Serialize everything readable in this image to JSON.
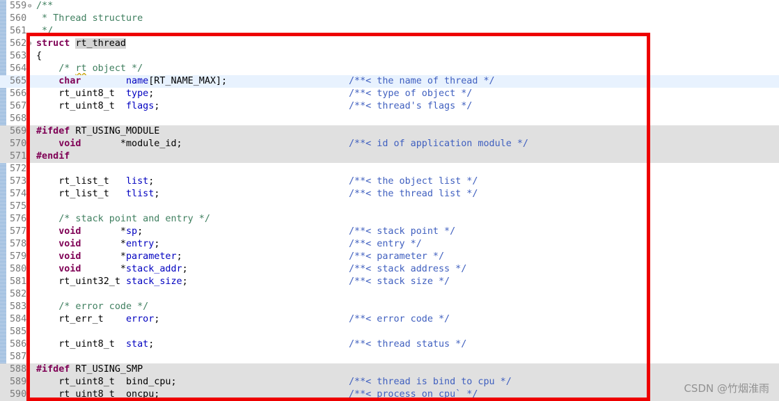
{
  "editor": {
    "lines": [
      {
        "n": "559",
        "fold": "⊖",
        "code": "/**",
        "codeClass": "cmt",
        "comment": "",
        "hl": ""
      },
      {
        "n": "560",
        "fold": "",
        "code": " * Thread structure",
        "codeClass": "cmt",
        "comment": "",
        "hl": ""
      },
      {
        "n": "561",
        "fold": "",
        "code": " */",
        "codeClass": "cmt",
        "comment": "",
        "hl": ""
      },
      {
        "n": "562",
        "fold": "⊖",
        "code": "",
        "codeClass": "",
        "comment": "",
        "hl": "",
        "parts": [
          {
            "t": "struct ",
            "c": "kw"
          },
          {
            "t": "rt_thread",
            "c": "sel"
          }
        ]
      },
      {
        "n": "563",
        "fold": "",
        "code": "{",
        "codeClass": "",
        "comment": "",
        "hl": ""
      },
      {
        "n": "564",
        "fold": "",
        "code": "",
        "codeClass": "",
        "comment": "",
        "hl": "",
        "parts": [
          {
            "t": "    ",
            "c": ""
          },
          {
            "t": "/* ",
            "c": "cmt"
          },
          {
            "t": "rt",
            "c": "cmt squig"
          },
          {
            "t": " object */",
            "c": "cmt"
          }
        ]
      },
      {
        "n": "565",
        "fold": "",
        "code": "",
        "codeClass": "",
        "comment": "/**< the name of thread */",
        "hl": "hl-current",
        "parts": [
          {
            "t": "    ",
            "c": ""
          },
          {
            "t": "char",
            "c": "kw"
          },
          {
            "t": "        ",
            "c": ""
          },
          {
            "t": "name",
            "c": "field"
          },
          {
            "t": "[RT_NAME_MAX];",
            "c": ""
          }
        ]
      },
      {
        "n": "566",
        "fold": "",
        "code": "",
        "codeClass": "",
        "comment": "/**< type of object */",
        "hl": "",
        "parts": [
          {
            "t": "    rt_uint8_t  ",
            "c": ""
          },
          {
            "t": "type",
            "c": "field"
          },
          {
            "t": ";",
            "c": ""
          }
        ]
      },
      {
        "n": "567",
        "fold": "",
        "code": "",
        "codeClass": "",
        "comment": "/**< thread's flags */",
        "hl": "",
        "parts": [
          {
            "t": "    rt_uint8_t  ",
            "c": ""
          },
          {
            "t": "flags",
            "c": "field"
          },
          {
            "t": ";",
            "c": ""
          }
        ]
      },
      {
        "n": "568",
        "fold": "",
        "code": "",
        "codeClass": "",
        "comment": "",
        "hl": ""
      },
      {
        "n": "569",
        "fold": "",
        "code": "",
        "codeClass": "",
        "comment": "",
        "hl": "hl-inactive",
        "parts": [
          {
            "t": "#ifdef",
            "c": "pp"
          },
          {
            "t": " RT_USING_MODULE",
            "c": ""
          }
        ]
      },
      {
        "n": "570",
        "fold": "",
        "code": "",
        "codeClass": "",
        "comment": "/**< id of application module */",
        "hl": "hl-inactive",
        "parts": [
          {
            "t": "    ",
            "c": ""
          },
          {
            "t": "void",
            "c": "kw"
          },
          {
            "t": "       *module_id;",
            "c": ""
          }
        ]
      },
      {
        "n": "571",
        "fold": "",
        "code": "",
        "codeClass": "",
        "comment": "",
        "hl": "hl-inactive",
        "parts": [
          {
            "t": "#endif",
            "c": "pp"
          }
        ]
      },
      {
        "n": "572",
        "fold": "",
        "code": "",
        "codeClass": "",
        "comment": "",
        "hl": ""
      },
      {
        "n": "573",
        "fold": "",
        "code": "",
        "codeClass": "",
        "comment": "/**< the object list */",
        "hl": "",
        "parts": [
          {
            "t": "    rt_list_t   ",
            "c": ""
          },
          {
            "t": "list",
            "c": "field"
          },
          {
            "t": ";",
            "c": ""
          }
        ]
      },
      {
        "n": "574",
        "fold": "",
        "code": "",
        "codeClass": "",
        "comment": "/**< the thread list */",
        "hl": "",
        "parts": [
          {
            "t": "    rt_list_t   ",
            "c": ""
          },
          {
            "t": "tlist",
            "c": "field"
          },
          {
            "t": ";",
            "c": ""
          }
        ]
      },
      {
        "n": "575",
        "fold": "",
        "code": "",
        "codeClass": "",
        "comment": "",
        "hl": ""
      },
      {
        "n": "576",
        "fold": "",
        "code": "",
        "codeClass": "",
        "comment": "",
        "hl": "",
        "parts": [
          {
            "t": "    ",
            "c": ""
          },
          {
            "t": "/* stack point and entry */",
            "c": "cmt"
          }
        ]
      },
      {
        "n": "577",
        "fold": "",
        "code": "",
        "codeClass": "",
        "comment": "/**< stack point */",
        "hl": "",
        "parts": [
          {
            "t": "    ",
            "c": ""
          },
          {
            "t": "void",
            "c": "kw"
          },
          {
            "t": "       *",
            "c": ""
          },
          {
            "t": "sp",
            "c": "field"
          },
          {
            "t": ";",
            "c": ""
          }
        ]
      },
      {
        "n": "578",
        "fold": "",
        "code": "",
        "codeClass": "",
        "comment": "/**< entry */",
        "hl": "",
        "parts": [
          {
            "t": "    ",
            "c": ""
          },
          {
            "t": "void",
            "c": "kw"
          },
          {
            "t": "       *",
            "c": ""
          },
          {
            "t": "entry",
            "c": "field"
          },
          {
            "t": ";",
            "c": ""
          }
        ]
      },
      {
        "n": "579",
        "fold": "",
        "code": "",
        "codeClass": "",
        "comment": "/**< parameter */",
        "hl": "",
        "parts": [
          {
            "t": "    ",
            "c": ""
          },
          {
            "t": "void",
            "c": "kw"
          },
          {
            "t": "       *",
            "c": ""
          },
          {
            "t": "parameter",
            "c": "field"
          },
          {
            "t": ";",
            "c": ""
          }
        ]
      },
      {
        "n": "580",
        "fold": "",
        "code": "",
        "codeClass": "",
        "comment": "/**< stack address */",
        "hl": "",
        "parts": [
          {
            "t": "    ",
            "c": ""
          },
          {
            "t": "void",
            "c": "kw"
          },
          {
            "t": "       *",
            "c": ""
          },
          {
            "t": "stack_addr",
            "c": "field"
          },
          {
            "t": ";",
            "c": ""
          }
        ]
      },
      {
        "n": "581",
        "fold": "",
        "code": "",
        "codeClass": "",
        "comment": "/**< stack size */",
        "hl": "",
        "parts": [
          {
            "t": "    rt_uint32_t ",
            "c": ""
          },
          {
            "t": "stack_size",
            "c": "field"
          },
          {
            "t": ";",
            "c": ""
          }
        ]
      },
      {
        "n": "582",
        "fold": "",
        "code": "",
        "codeClass": "",
        "comment": "",
        "hl": ""
      },
      {
        "n": "583",
        "fold": "",
        "code": "",
        "codeClass": "",
        "comment": "",
        "hl": "",
        "parts": [
          {
            "t": "    ",
            "c": ""
          },
          {
            "t": "/* error code */",
            "c": "cmt"
          }
        ]
      },
      {
        "n": "584",
        "fold": "",
        "code": "",
        "codeClass": "",
        "comment": "/**< error code */",
        "hl": "",
        "parts": [
          {
            "t": "    rt_err_t    ",
            "c": ""
          },
          {
            "t": "error",
            "c": "field"
          },
          {
            "t": ";",
            "c": ""
          }
        ]
      },
      {
        "n": "585",
        "fold": "",
        "code": "",
        "codeClass": "",
        "comment": "",
        "hl": ""
      },
      {
        "n": "586",
        "fold": "",
        "code": "",
        "codeClass": "",
        "comment": "/**< thread status */",
        "hl": "",
        "parts": [
          {
            "t": "    rt_uint8_t  ",
            "c": ""
          },
          {
            "t": "stat",
            "c": "field"
          },
          {
            "t": ";",
            "c": ""
          }
        ]
      },
      {
        "n": "587",
        "fold": "",
        "code": "",
        "codeClass": "",
        "comment": "",
        "hl": ""
      },
      {
        "n": "588",
        "fold": "",
        "code": "",
        "codeClass": "",
        "comment": "",
        "hl": "hl-inactive",
        "parts": [
          {
            "t": "#ifdef",
            "c": "pp"
          },
          {
            "t": " RT_USING_SMP",
            "c": ""
          }
        ]
      },
      {
        "n": "589",
        "fold": "",
        "code": "",
        "codeClass": "",
        "comment": "/**< thread is bind to cpu */",
        "hl": "hl-inactive",
        "parts": [
          {
            "t": "    rt_uint8_t  bind_cpu;",
            "c": ""
          }
        ]
      },
      {
        "n": "590",
        "fold": "",
        "code": "",
        "codeClass": "",
        "comment": "/**< process on cpu` */",
        "hl": "hl-inactive",
        "parts": [
          {
            "t": "    rt_uint8_t  oncpu;",
            "c": ""
          }
        ]
      }
    ]
  },
  "colors": {
    "annotation_box": "#ee0000",
    "keyword": "#7f0055",
    "doc_comment": "#3f5fbf",
    "comment": "#3f7f5f",
    "field": "#0000c0",
    "inactive_block": "#e0e0e0",
    "current_line": "#e8f2fe"
  },
  "watermark": {
    "text": "CSDN @竹烟淮雨"
  }
}
